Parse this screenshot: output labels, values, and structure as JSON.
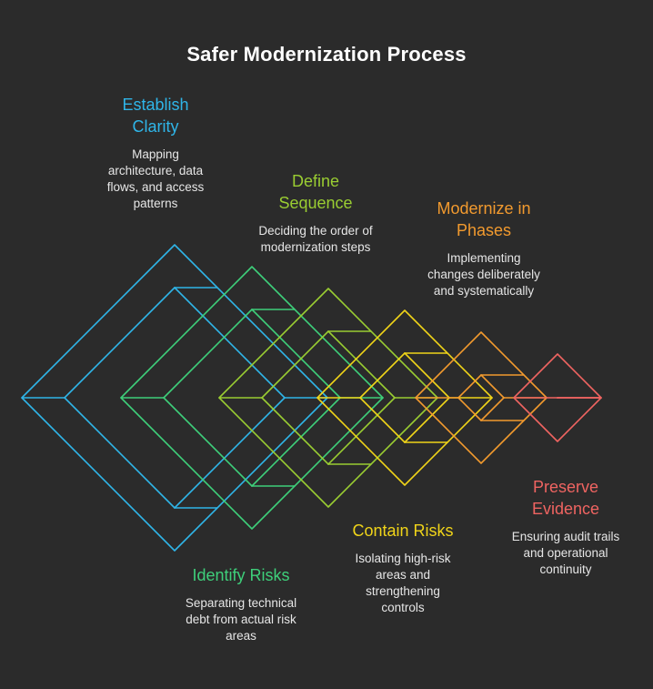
{
  "title": "Safer Modernization Process",
  "steps": [
    {
      "title": "Establish\nClarity",
      "description": "Mapping\narchitecture, data\nflows, and access\npatterns",
      "color": "#2fb5e8"
    },
    {
      "title": "Identify Risks",
      "description": "Separating technical\ndebt from actual risk\nareas",
      "color": "#3ecf7a"
    },
    {
      "title": "Define\nSequence",
      "description": "Deciding the order of\nmodernization steps",
      "color": "#9acd32"
    },
    {
      "title": "Contain Risks",
      "description": "Isolating high-risk\nareas and\nstrengthening\ncontrols",
      "color": "#f0d419"
    },
    {
      "title": "Modernize in\nPhases",
      "description": "Implementing\nchanges deliberately\nand systematically",
      "color": "#f29a2e"
    },
    {
      "title": "Preserve\nEvidence",
      "description": "Ensuring audit trails\nand operational\ncontinuity",
      "color": "#ef6461"
    }
  ]
}
